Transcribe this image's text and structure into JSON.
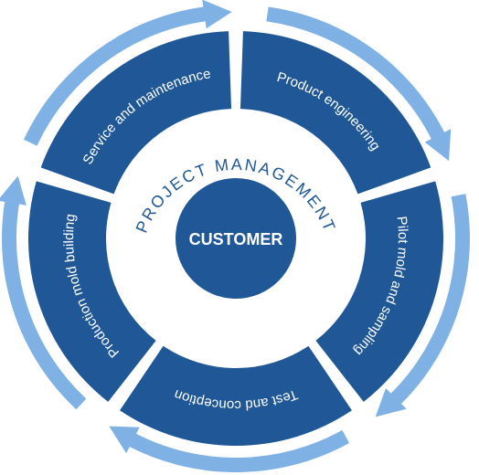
{
  "center": {
    "label": "CUSTOMER"
  },
  "ring_title": "PROJECT MANAGEMENT",
  "segments": [
    {
      "label": "Product engineering"
    },
    {
      "label": "Pilot mold and sampling"
    },
    {
      "label": "Test and conception"
    },
    {
      "label": "Production mold building"
    },
    {
      "label": "Service and maintenance"
    }
  ],
  "colors": {
    "segment": "#1f5797",
    "core": "#1f5797",
    "outer_arrows": "#7fb1e4",
    "center_text": "#ffffff",
    "title_text": "#1f5797",
    "background": "#ffffff"
  }
}
